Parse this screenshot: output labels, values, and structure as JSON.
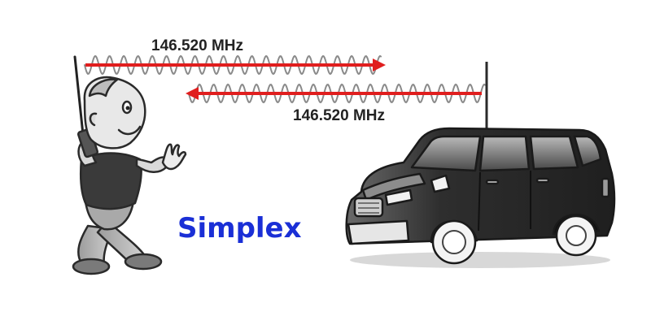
{
  "diagram": {
    "title": "Simplex",
    "uplink_label": "146.520 MHz",
    "downlink_label": "146.520 MHz",
    "colors": {
      "arrow": "#e01e1e",
      "title": "#1a2fd6",
      "wave": "#8a8a8a",
      "vehicle_body": "#3a3a3a",
      "background": "#ffffff"
    },
    "icons": {
      "operator": "handheld-radio-operator-icon",
      "vehicle": "suv-with-antenna-icon"
    }
  }
}
